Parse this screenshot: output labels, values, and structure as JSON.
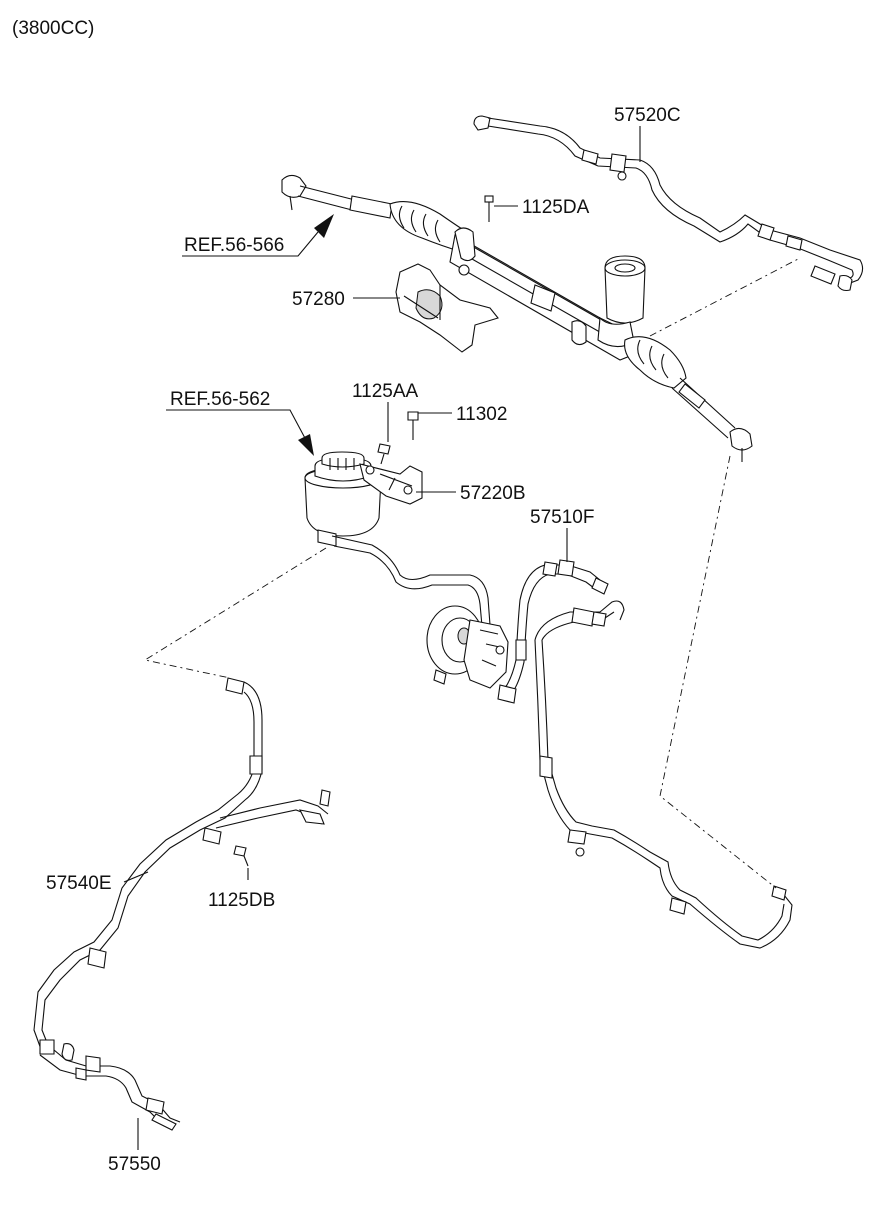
{
  "header": {
    "engine_variant": "(3800CC)"
  },
  "labels": {
    "ref_566": "REF.56-566",
    "ref_562": "REF.56-562",
    "p57520c": "57520C",
    "p1125da": "1125DA",
    "p57280": "57280",
    "p1125aa": "1125AA",
    "p11302": "11302",
    "p57220b": "57220B",
    "p57510f": "57510F",
    "p57540e": "57540E",
    "p1125db": "1125DB",
    "p57550": "57550"
  }
}
